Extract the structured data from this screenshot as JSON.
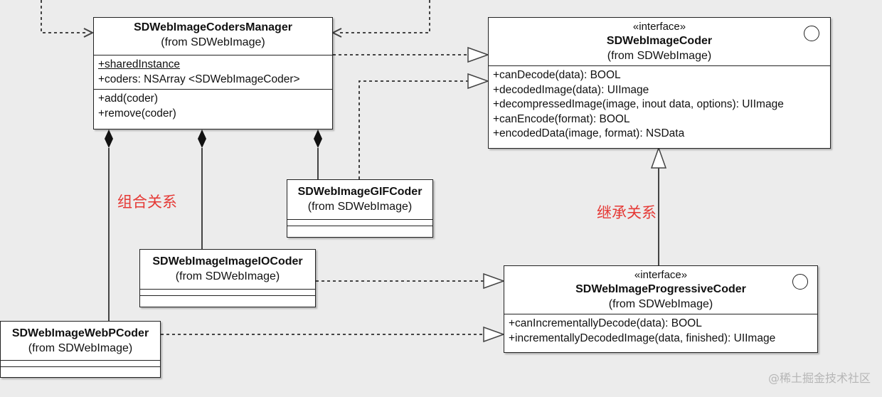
{
  "classes": {
    "coders_manager": {
      "name": "SDWebImageCodersManager",
      "from": "(from SDWebImage)",
      "attributes": [
        "+sharedInstance",
        "+coders: NSArray <SDWebImageCoder>"
      ],
      "operations": [
        "+add(coder)",
        "+remove(coder)"
      ]
    },
    "image_coder": {
      "stereotype": "«interface»",
      "name": "SDWebImageCoder",
      "from": "(from SDWebImage)",
      "operations": [
        "+canDecode(data): BOOL",
        "+decodedImage(data): UIImage",
        "+decompressedImage(image, inout data, options): UIImage",
        "+canEncode(format): BOOL",
        "+encodedData(image, format): NSData"
      ]
    },
    "gif_coder": {
      "name": "SDWebImageGIFCoder",
      "from": "(from SDWebImage)"
    },
    "imageio_coder": {
      "name": "SDWebImageImageIOCoder",
      "from": "(from SDWebImage)"
    },
    "webp_coder": {
      "name": "SDWebImageWebPCoder",
      "from": "(from SDWebImage)"
    },
    "progressive_coder": {
      "stereotype": "«interface»",
      "name": "SDWebImageProgressiveCoder",
      "from": "(from SDWebImage)",
      "operations": [
        "+canIncrementallyDecode(data): BOOL",
        "+incrementallyDecodedImage(data, finished): UIImage"
      ]
    }
  },
  "annotations": {
    "composition": "组合关系",
    "inheritance": "继承关系"
  },
  "watermark": "@稀土掘金技术社区",
  "colors": {
    "background": "#ececec",
    "annotation": "#e53935",
    "line": "#444444"
  }
}
